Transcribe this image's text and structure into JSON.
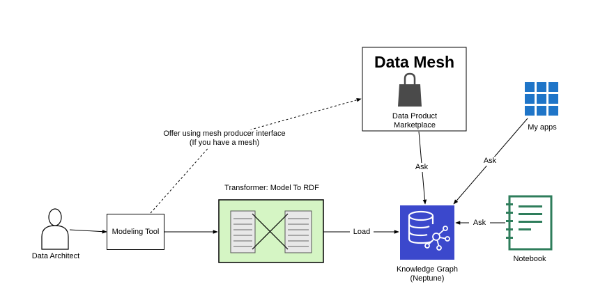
{
  "nodes": {
    "data_architect": "Data Architect",
    "modeling_tool": "Modeling Tool",
    "transformer_title": "Transformer: Model To RDF",
    "data_mesh_title": "Data Mesh",
    "marketplace_line1": "Data Product",
    "marketplace_line2": "Marketplace",
    "my_apps": "My apps",
    "knowledge_graph_line1": "Knowledge Graph",
    "knowledge_graph_line2": "(Neptune)",
    "notebook": "Notebook"
  },
  "edges": {
    "offer_line1": "Offer using mesh producer interface",
    "offer_line2": "(If you have a mesh)",
    "load": "Load",
    "ask_marketplace": "Ask",
    "ask_apps": "Ask",
    "ask_notebook": "Ask"
  },
  "colors": {
    "transformer_fill": "#d5f5c4",
    "knowledge_graph_fill": "#3b48cc",
    "apps_tile": "#1f75c8",
    "notebook_stroke": "#2e7d5b",
    "bag": "#4a4a4a"
  }
}
